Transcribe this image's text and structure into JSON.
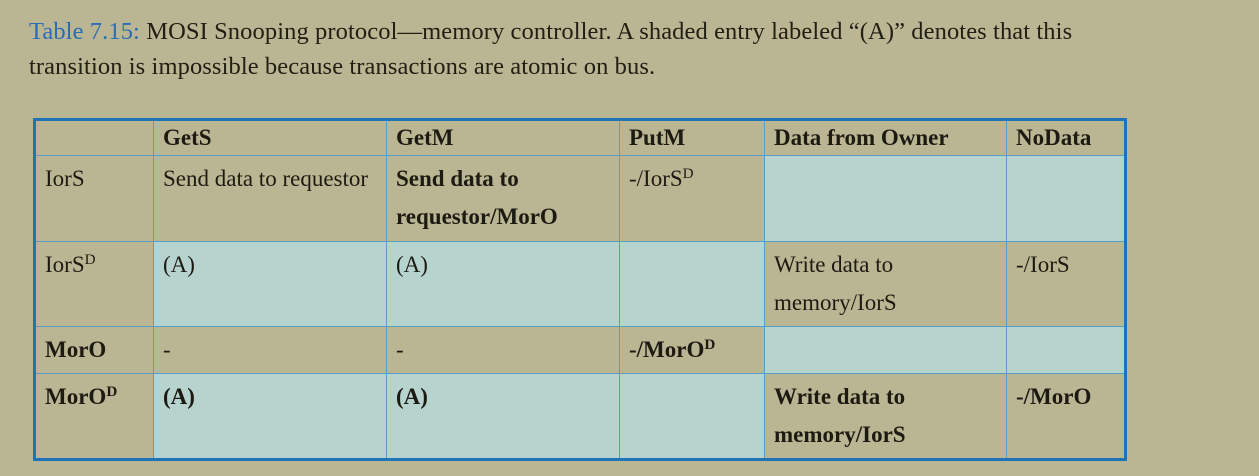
{
  "caption": {
    "label": "Table 7.15:",
    "text": " MOSI Snooping protocol—memory controller. A shaded entry labeled “(A)” denotes that this transition is impossible because transactions are atomic on bus."
  },
  "colors": {
    "page_background": "#bab693",
    "table_border": "#1f74b8",
    "cell_border": "#5b9bc4",
    "shaded_cell": "#b6d3ce",
    "caption_label": "#2a6cb5",
    "text": "#1d1a12"
  },
  "table": {
    "headers": [
      "",
      "GetS",
      "GetM",
      "PutM",
      "Data from Owner",
      "NoData"
    ],
    "rows": [
      {
        "state": "IorS",
        "state_sup": "",
        "state_bold": false,
        "cells": [
          {
            "text": "Send data to requestor",
            "sup": "",
            "bold": false,
            "shaded": false
          },
          {
            "text": "Send data to requestor/MorO",
            "sup": "",
            "bold": true,
            "shaded": false
          },
          {
            "text": "-/IorS",
            "sup": "D",
            "bold": false,
            "shaded": false
          },
          {
            "text": "",
            "sup": "",
            "bold": false,
            "shaded": true
          },
          {
            "text": "",
            "sup": "",
            "bold": false,
            "shaded": true
          }
        ]
      },
      {
        "state": "IorS",
        "state_sup": "D",
        "state_bold": false,
        "cells": [
          {
            "text": "(A)",
            "sup": "",
            "bold": false,
            "shaded": true
          },
          {
            "text": "(A)",
            "sup": "",
            "bold": false,
            "shaded": true
          },
          {
            "text": "",
            "sup": "",
            "bold": false,
            "shaded": true
          },
          {
            "text": "Write data to memory/IorS",
            "sup": "",
            "bold": false,
            "shaded": false
          },
          {
            "text": "-/IorS",
            "sup": "",
            "bold": false,
            "shaded": false
          }
        ]
      },
      {
        "state": "MorO",
        "state_sup": "",
        "state_bold": true,
        "cells": [
          {
            "text": "-",
            "sup": "",
            "bold": false,
            "shaded": false
          },
          {
            "text": "-",
            "sup": "",
            "bold": false,
            "shaded": false
          },
          {
            "text": "-/MorO",
            "sup": "D",
            "bold": true,
            "shaded": false
          },
          {
            "text": "",
            "sup": "",
            "bold": false,
            "shaded": true
          },
          {
            "text": "",
            "sup": "",
            "bold": false,
            "shaded": true
          }
        ]
      },
      {
        "state": "MorO",
        "state_sup": "D",
        "state_bold": true,
        "cells": [
          {
            "text": "(A)",
            "sup": "",
            "bold": true,
            "shaded": true
          },
          {
            "text": "(A)",
            "sup": "",
            "bold": true,
            "shaded": true
          },
          {
            "text": "",
            "sup": "",
            "bold": false,
            "shaded": true
          },
          {
            "text": "Write data to memory/IorS",
            "sup": "",
            "bold": true,
            "shaded": false
          },
          {
            "text": "-/MorO",
            "sup": "",
            "bold": true,
            "shaded": false
          }
        ]
      }
    ]
  }
}
